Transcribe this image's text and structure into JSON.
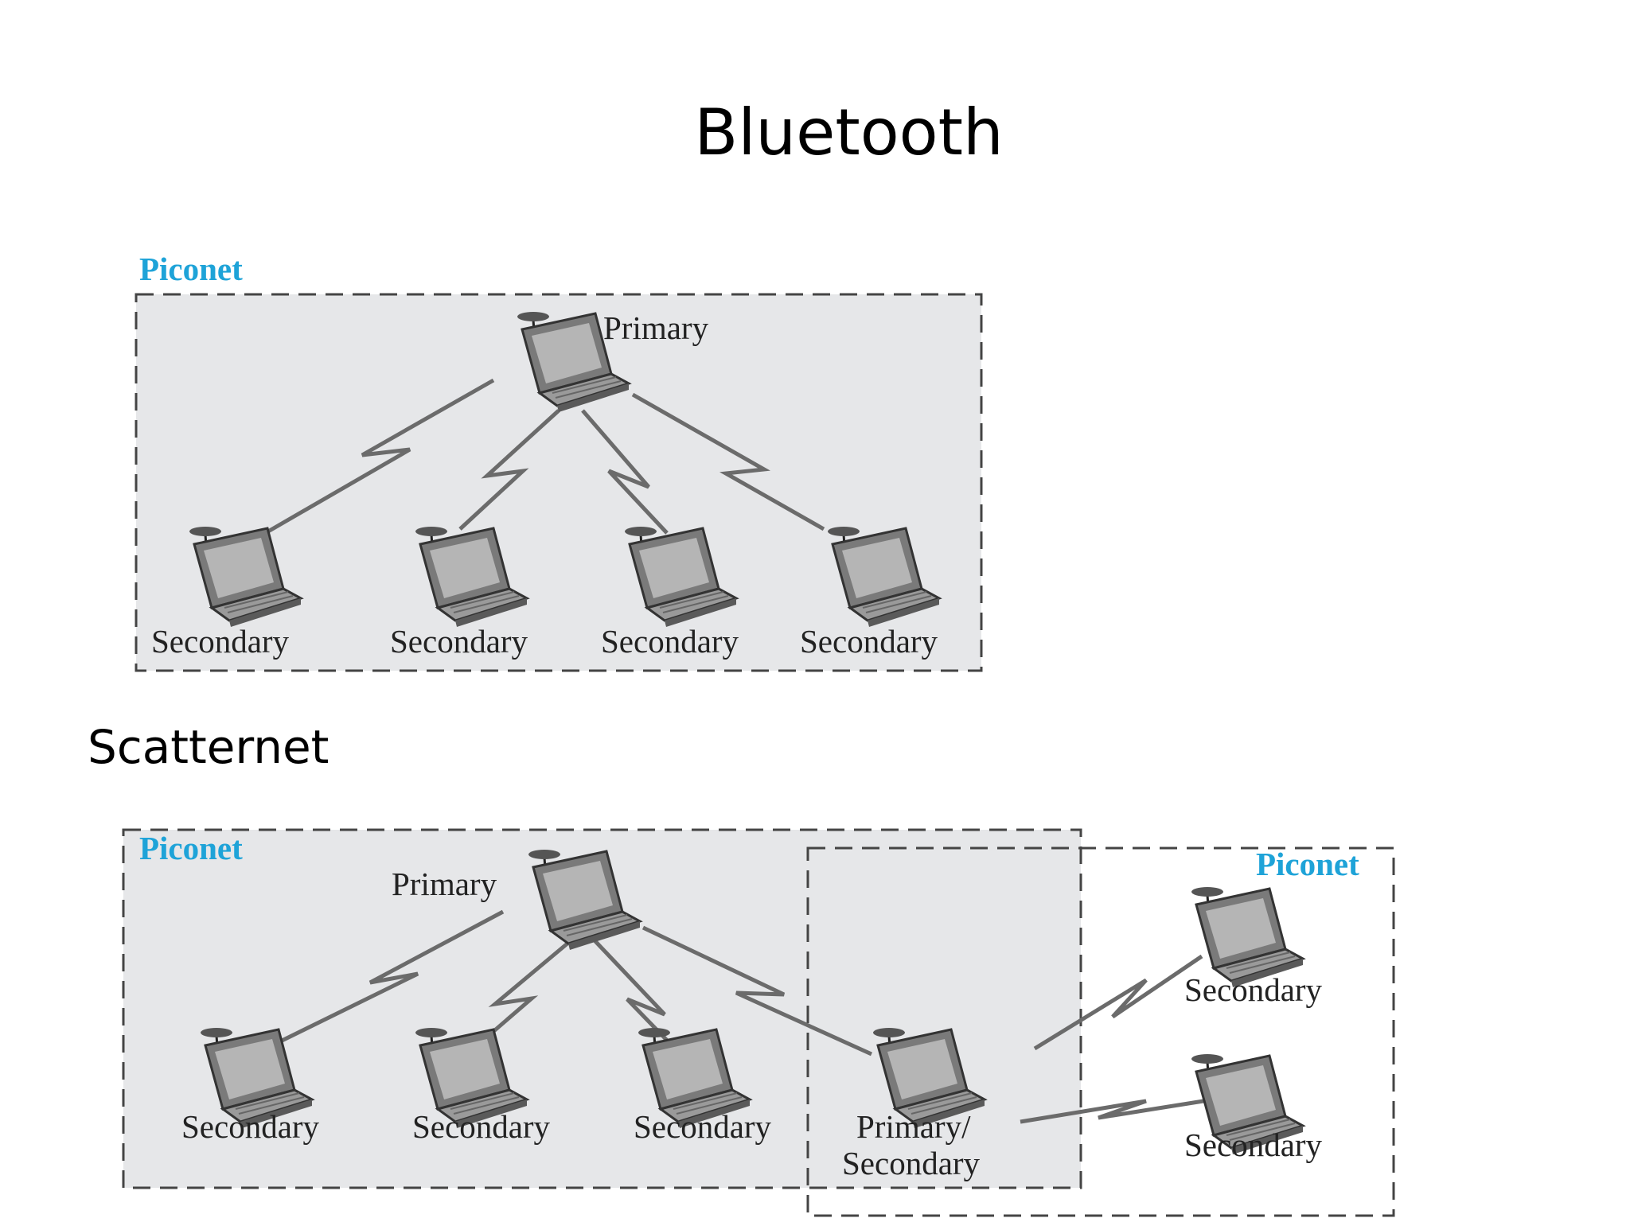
{
  "title": "Bluetooth",
  "scatternet_heading": "Scatternet",
  "colors": {
    "piconet_label": "#1ea3d8",
    "piconet_fill": "#e6e7e9",
    "link": "#6b6b6b",
    "border": "#444444"
  },
  "piconet_diagram": {
    "group_label": "Piconet",
    "primary_label": "Primary",
    "secondary_labels": [
      "Secondary",
      "Secondary",
      "Secondary",
      "Secondary"
    ]
  },
  "scatternet_diagram": {
    "left_piconet_label": "Piconet",
    "right_piconet_label": "Piconet",
    "primary_label": "Primary",
    "secondary_labels": [
      "Secondary",
      "Secondary",
      "Secondary"
    ],
    "bridge_label_line1": "Primary/",
    "bridge_label_line2": "Secondary",
    "right_secondary_labels": [
      "Secondary",
      "Secondary"
    ]
  },
  "icons": {
    "device": "laptop-with-antenna-icon"
  }
}
